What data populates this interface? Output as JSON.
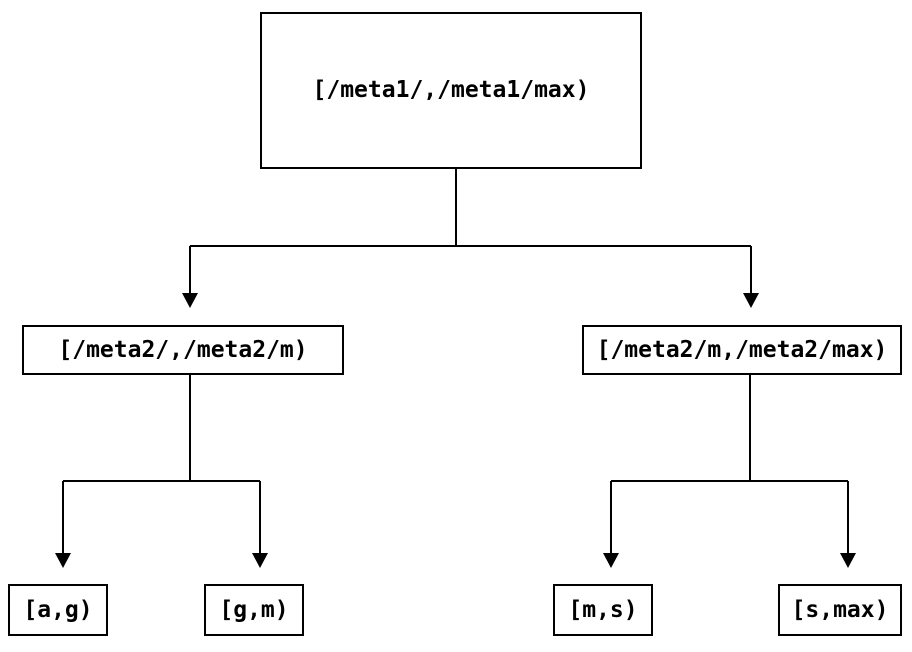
{
  "diagram": {
    "type": "tree",
    "background_color": "#ffffff",
    "line_color": "#000000",
    "box_fill_color": "#ffffff",
    "box_border_color": "#000000",
    "nodes": {
      "root": {
        "label": "[/meta1/,/meta1/max)"
      },
      "left": {
        "label": "[/meta2/,/meta2/m)"
      },
      "right": {
        "label": "[/meta2/m,/meta2/max)"
      },
      "leaf_ag": {
        "label": "[a,g)"
      },
      "leaf_gm": {
        "label": "[g,m)"
      },
      "leaf_ms": {
        "label": "[m,s)"
      },
      "leaf_smax": {
        "label": "[s,max)"
      }
    },
    "edges": [
      {
        "from": "root",
        "to": "left"
      },
      {
        "from": "root",
        "to": "right"
      },
      {
        "from": "left",
        "to": "leaf_ag"
      },
      {
        "from": "left",
        "to": "leaf_gm"
      },
      {
        "from": "right",
        "to": "leaf_ms"
      },
      {
        "from": "right",
        "to": "leaf_smax"
      }
    ]
  }
}
